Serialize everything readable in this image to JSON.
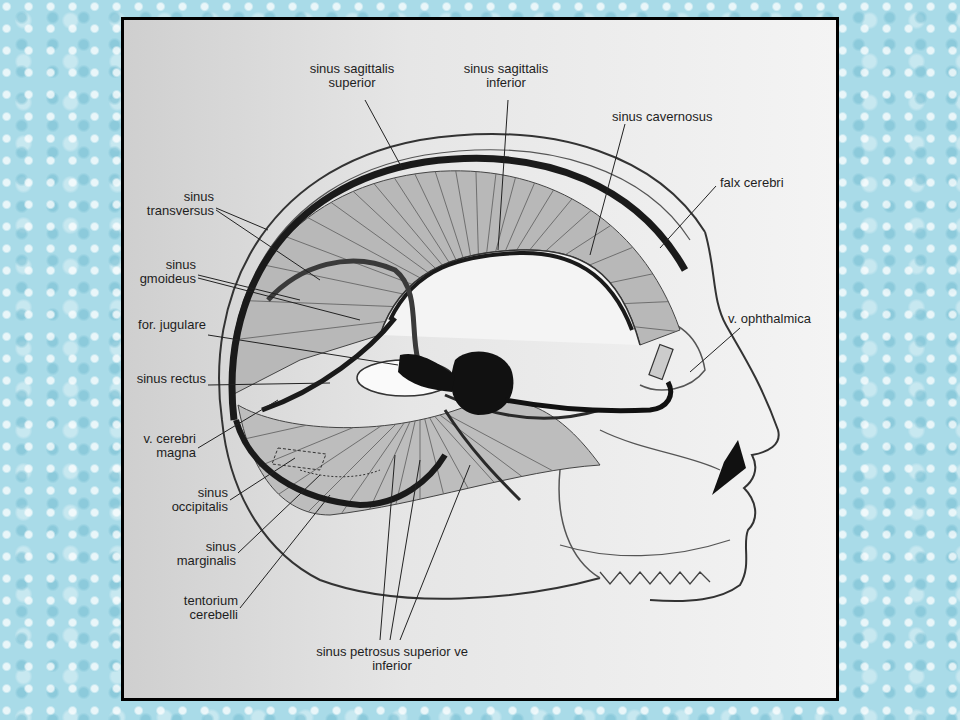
{
  "diagram": {
    "labels": [
      "sinus sagittalis superior",
      "sinus sagittalis inferior",
      "sinus cavernosus",
      "falx cerebri",
      "v. ophthalmica",
      "sinus transversus",
      "sinus gmoideus",
      "for. jugulare",
      "sinus rectus",
      "v. cerebri magna",
      "sinus occipitalis",
      "sinus marginalis",
      "tentorium cerebelli",
      "sinus petrosus superior ve inferior"
    ]
  }
}
